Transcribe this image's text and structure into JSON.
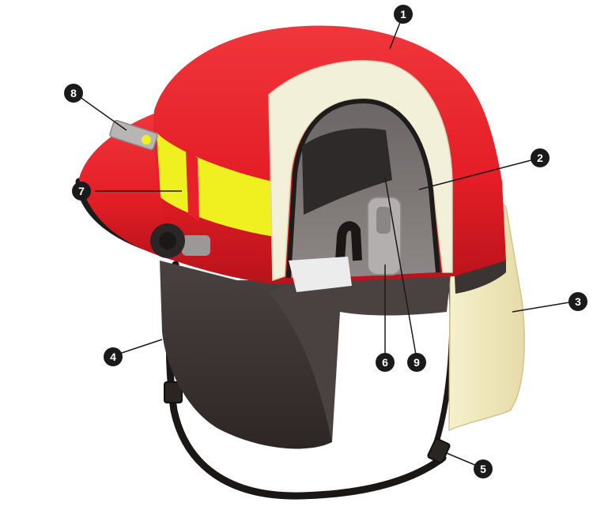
{
  "callouts": [
    {
      "id": "1",
      "label": "1"
    },
    {
      "id": "2",
      "label": "2"
    },
    {
      "id": "3",
      "label": "3"
    },
    {
      "id": "4",
      "label": "4"
    },
    {
      "id": "5",
      "label": "5"
    },
    {
      "id": "6",
      "label": "6"
    },
    {
      "id": "7",
      "label": "7"
    },
    {
      "id": "8",
      "label": "8"
    },
    {
      "id": "9",
      "label": "9"
    }
  ],
  "colors": {
    "shell": "#e8202a",
    "shell_dark": "#b3141c",
    "reflective_band": "#f0f020",
    "liner": "#f2f0d8",
    "faceshield": "#efe8bf",
    "earflap": "#3d3635",
    "strap": "#1b1716",
    "callout": "#1a1a1a"
  }
}
